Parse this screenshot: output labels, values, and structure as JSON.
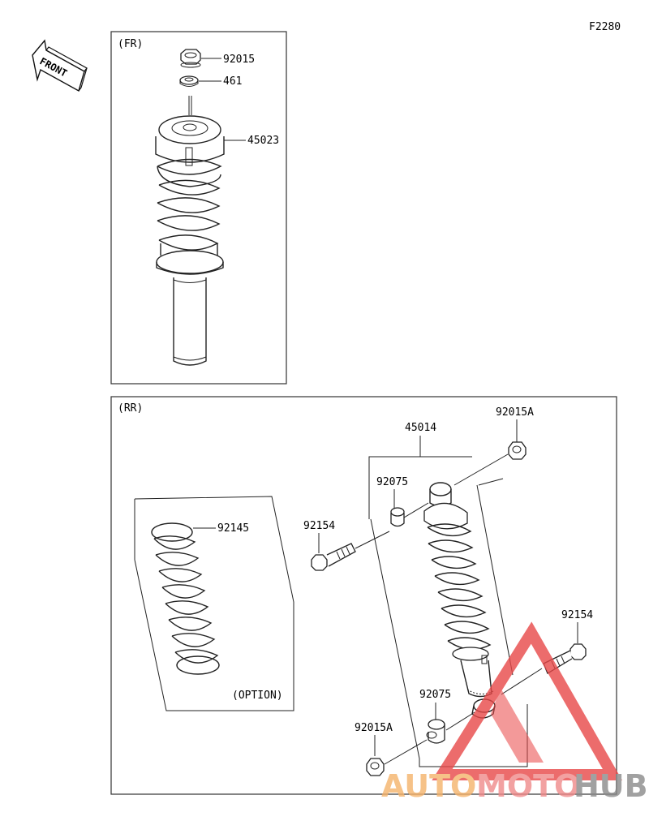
{
  "figure_code": "F2280",
  "front_label": "FRONT",
  "front_section": {
    "title": "(FR)",
    "parts": [
      {
        "number": "92015"
      },
      {
        "number": "461"
      },
      {
        "number": "45023"
      }
    ]
  },
  "rear_section": {
    "title": "(RR)",
    "parts": [
      {
        "number": "45014"
      },
      {
        "number": "92015A"
      },
      {
        "number": "92075"
      },
      {
        "number": "92154"
      },
      {
        "number": "92145"
      },
      {
        "number": "92154"
      },
      {
        "number": "92075"
      },
      {
        "number": "92015A"
      }
    ],
    "option_label": "(OPTION)"
  },
  "watermark": {
    "part1": "AUTO",
    "part2": "MOTO",
    "part3": "HUB",
    "colors": {
      "auto": "#f5b36b",
      "moto": "#f08a8a",
      "hub": "#8a8a8a",
      "triangle": "#e84848"
    }
  }
}
